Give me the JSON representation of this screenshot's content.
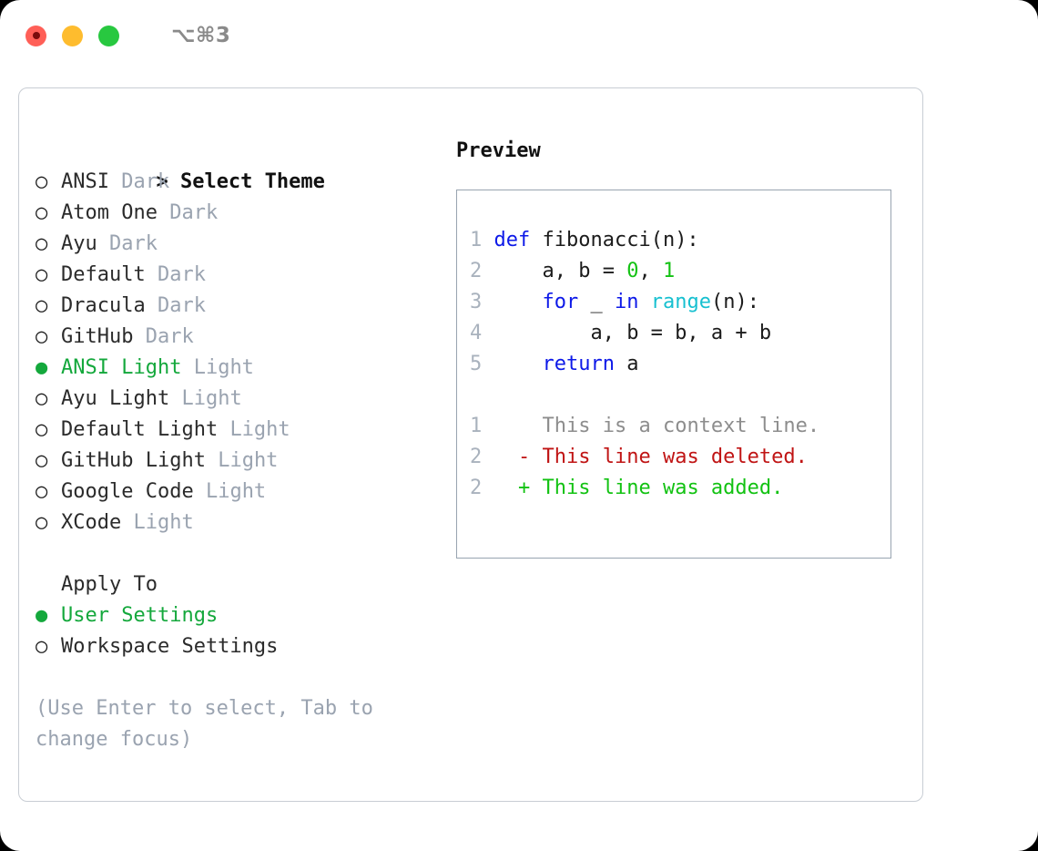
{
  "titlebar": {
    "shortcut": "⌥⌘3",
    "traffic_lights": [
      {
        "name": "close",
        "color": "#ff5f57"
      },
      {
        "name": "minimize",
        "color": "#febc2e"
      },
      {
        "name": "zoom",
        "color": "#28c840"
      }
    ]
  },
  "left": {
    "header_prefix": "> ",
    "header": "Select Theme",
    "bullet_selected": "●",
    "bullet_unselected": "○",
    "themes": [
      {
        "name": "ANSI",
        "kind": "Dark",
        "selected": false
      },
      {
        "name": "Atom One",
        "kind": "Dark",
        "selected": false
      },
      {
        "name": "Ayu",
        "kind": "Dark",
        "selected": false
      },
      {
        "name": "Default",
        "kind": "Dark",
        "selected": false
      },
      {
        "name": "Dracula",
        "kind": "Dark",
        "selected": false
      },
      {
        "name": "GitHub",
        "kind": "Dark",
        "selected": false
      },
      {
        "name": "ANSI Light",
        "kind": "Light",
        "selected": true
      },
      {
        "name": "Ayu Light",
        "kind": "Light",
        "selected": false
      },
      {
        "name": "Default Light",
        "kind": "Light",
        "selected": false
      },
      {
        "name": "GitHub Light",
        "kind": "Light",
        "selected": false
      },
      {
        "name": "Google Code",
        "kind": "Light",
        "selected": false
      },
      {
        "name": "XCode",
        "kind": "Light",
        "selected": false
      }
    ],
    "apply_to_label": "Apply To",
    "apply_to_options": [
      {
        "label": "User Settings",
        "selected": true
      },
      {
        "label": "Workspace Settings",
        "selected": false
      }
    ],
    "hint": "(Use Enter to select, Tab to change focus)"
  },
  "right": {
    "preview_title": "Preview",
    "code": [
      {
        "ln": "1",
        "tokens": [
          {
            "t": "def",
            "c": "kw"
          },
          {
            "t": " fibonacci(n):",
            "c": "id"
          }
        ]
      },
      {
        "ln": "2",
        "tokens": [
          {
            "t": "    a, b = ",
            "c": "id"
          },
          {
            "t": "0",
            "c": "num"
          },
          {
            "t": ", ",
            "c": "id"
          },
          {
            "t": "1",
            "c": "num"
          }
        ]
      },
      {
        "ln": "3",
        "tokens": [
          {
            "t": "    ",
            "c": "id"
          },
          {
            "t": "for",
            "c": "kw"
          },
          {
            "t": " _ ",
            "c": "id"
          },
          {
            "t": "in",
            "c": "kw"
          },
          {
            "t": " ",
            "c": "id"
          },
          {
            "t": "range",
            "c": "fn"
          },
          {
            "t": "(n):",
            "c": "id"
          }
        ]
      },
      {
        "ln": "4",
        "tokens": [
          {
            "t": "        a, b = b, a + b",
            "c": "id"
          }
        ]
      },
      {
        "ln": "5",
        "tokens": [
          {
            "t": "    ",
            "c": "id"
          },
          {
            "t": "return",
            "c": "kw"
          },
          {
            "t": " a",
            "c": "id"
          }
        ]
      }
    ],
    "diff": [
      {
        "ln": "1",
        "marker": " ",
        "text": "This is a context line.",
        "kind": "context"
      },
      {
        "ln": "2",
        "marker": "-",
        "text": "This line was deleted.",
        "kind": "deleted"
      },
      {
        "ln": "2",
        "marker": "+",
        "text": "This line was added.",
        "kind": "added"
      }
    ]
  },
  "colors": {
    "accent_green": "#14a83c",
    "muted": "#9aa3b0",
    "keyword": "#0d19e8",
    "function": "#17c0d0",
    "number": "#14c214",
    "diff_deleted": "#c01414",
    "diff_added": "#12c212",
    "panel_border": "#98a4b0",
    "window_border": "#c8cdd4"
  }
}
